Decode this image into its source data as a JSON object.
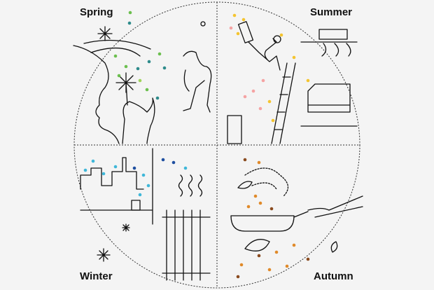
{
  "seasons": {
    "spring": "Spring",
    "summer": "Summer",
    "winter": "Winter",
    "autumn": "Autumn"
  },
  "colors": {
    "spring_dots": [
      "#6bbf4e",
      "#2e8b8b",
      "#9fd25a"
    ],
    "summer_dots": [
      "#f4c430",
      "#f5a3a3"
    ],
    "winter_dots": [
      "#3fb7d9",
      "#1f4fa0"
    ],
    "autumn_dots": [
      "#e08a2a",
      "#8a4b1f"
    ]
  }
}
